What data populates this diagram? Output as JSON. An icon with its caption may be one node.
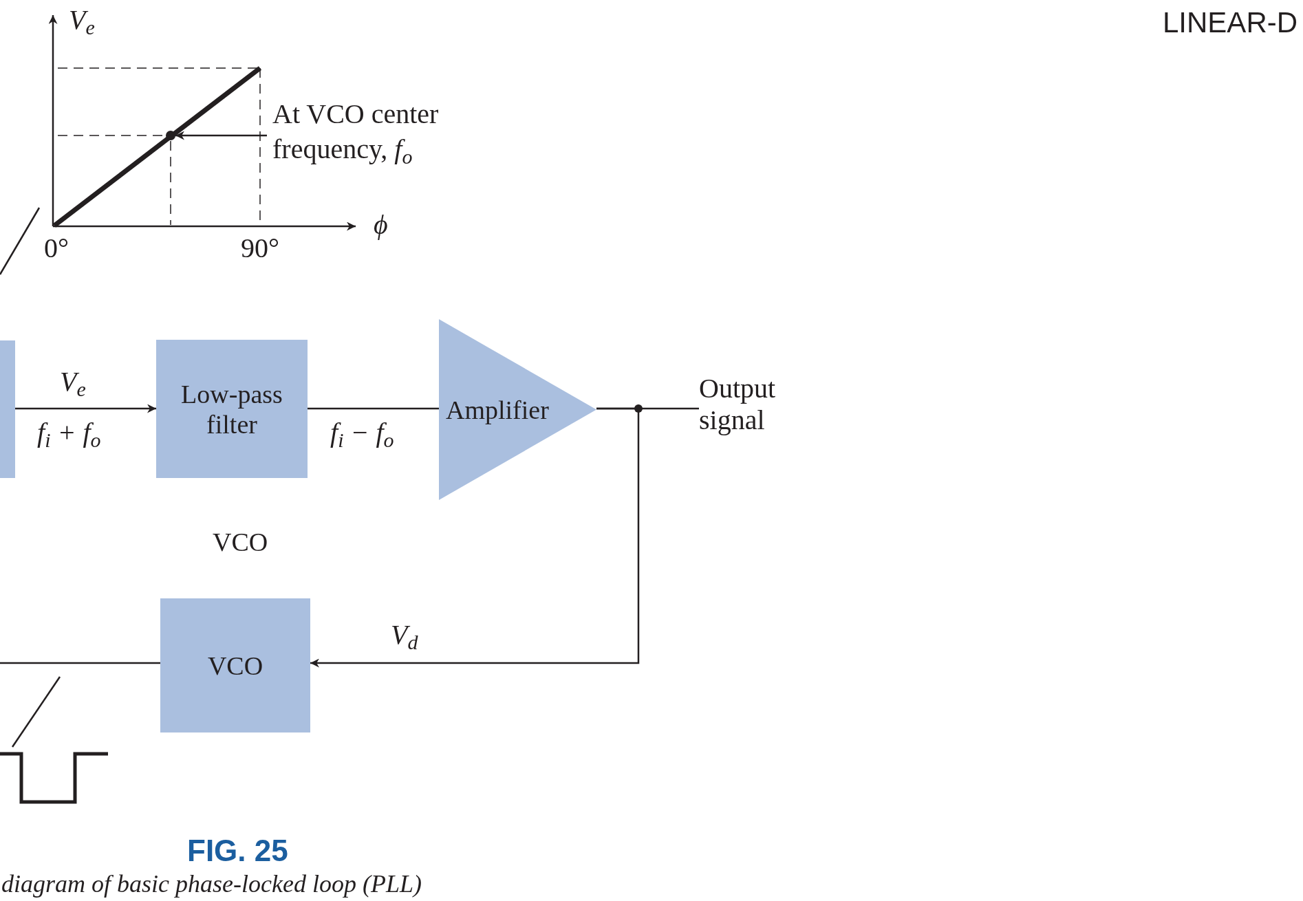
{
  "diagram": {
    "caption": "diagram of basic phase-locked loop (PLL)",
    "nodes": [
      {
        "text": [],
        "shape": "picture"
      },
      {
        "text": [],
        "shape": "circle",
        "in": 0
      },
      {
        "text": [
          "At VCO center frequency, *f*$_{o}$"
        ]
      },
      {
        "text": [],
        "shape": "box"
      },
      {
        "text": [
          "Low-pass filter"
        ]
      },
      {
        "text": [
          "Amplifier"
        ]
      },
      {
        "text": [
          "Output signal"
        ]
      },
      {
        "text": [
          "VCO"
        ]
      },
      {
        "text": [],
        "shape": "picture"
      }
    ],
    "edges": [
      {
        "from": 2,
        "to": 1,
        "arrow": "to"
      },
      {
        "from": 0,
        "to": null,
        "arrow": "none"
      },
      {
        "from": 3,
        "to": 4,
        "arrow": "to",
        "label": "V$_{e}$"
      },
      {
        "from": 4,
        "to": 5,
        "arrow": "none",
        "label": "f$_{i}$ − f$_{o}$"
      },
      {
        "from": 5,
        "to": 6,
        "arrow": "none"
      },
      {
        "from": 5,
        "to": 7,
        "arrow": "to",
        "label": "V$_{d}$"
      },
      {
        "from": 7,
        "to": null,
        "arrow": "none"
      },
      {
        "from": 8,
        "to": null,
        "arrow": "none"
      }
    ],
    "labels": [
      "V$_{e}$",
      "LINEAR-D",
      "ϕ",
      "0°",
      "90°",
      "f$_{i}$ + f$_{o}$",
      "VCO",
      "FIG. 25"
    ]
  }
}
